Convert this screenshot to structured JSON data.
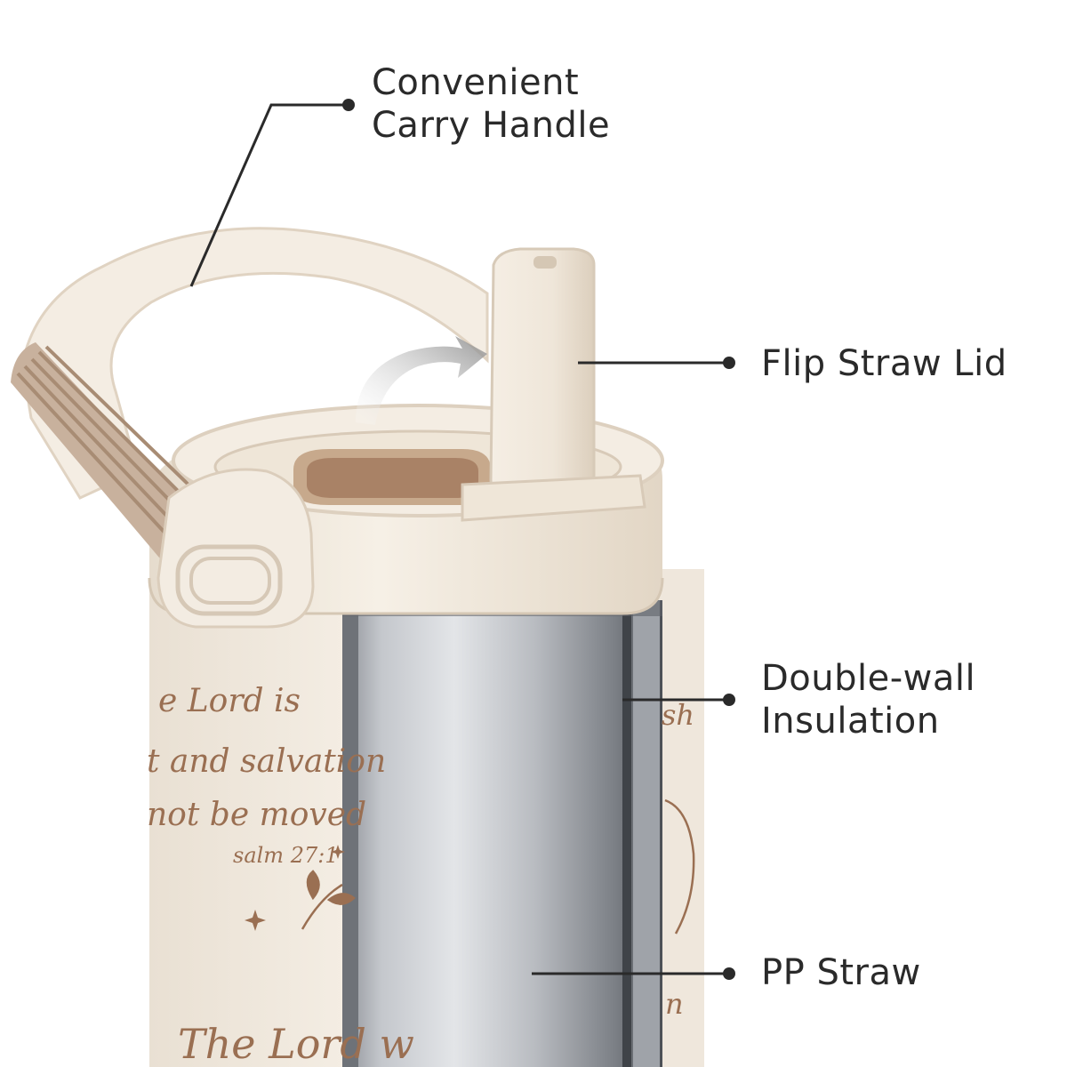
{
  "colors": {
    "background": "#ffffff",
    "cream": "#f3ece2",
    "cream_shadow": "#d9ccbb",
    "handle_band": "#c2a994",
    "steel_light": "#d6d8dc",
    "steel_mid": "#a9adb3",
    "steel_dark": "#5d6167",
    "print_brown": "#9a6f52",
    "callout_line": "#2a2a2a"
  },
  "callouts": {
    "carry_handle": {
      "line1": "Convenient",
      "line2": "Carry Handle"
    },
    "flip_straw_lid": {
      "label": "Flip Straw Lid"
    },
    "double_wall": {
      "line1": "Double-wall",
      "line2": "Insulation"
    },
    "pp_straw": {
      "label": "PP Straw"
    }
  },
  "print": {
    "verse_line1": "e Lord is",
    "verse_line2": "t and salvation",
    "verse_line3": "not be moved",
    "reference": "salm 27:1",
    "bottom_line": "The Lord w",
    "right_fragment1": "sh",
    "right_fragment2": "n"
  },
  "icons": {
    "flip_arrow": "curved-arrow-icon",
    "leaf": "leaf-branch-icon",
    "sparkle": "sparkle-icon"
  }
}
